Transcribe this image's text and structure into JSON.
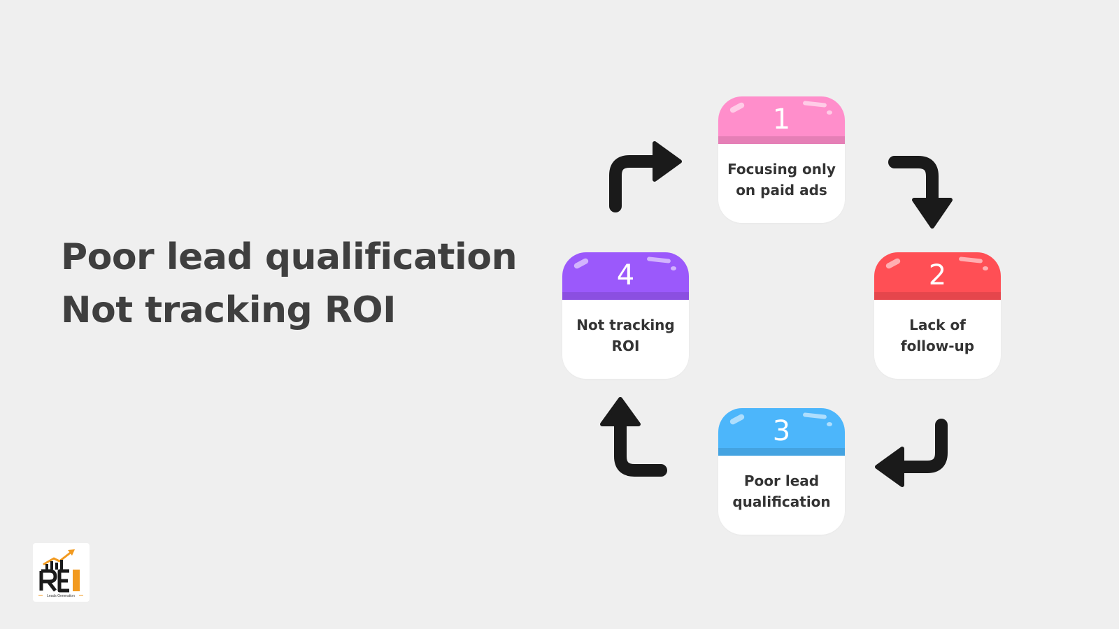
{
  "headline": {
    "line1": "Poor lead qualification",
    "line2": "Not tracking ROI"
  },
  "cycle": [
    {
      "number": "1",
      "label": "Focusing only on paid ads",
      "label_lines": [
        "Focusing only",
        "on paid ads"
      ],
      "color": "#ff8ecb"
    },
    {
      "number": "2",
      "label": "Lack of follow-up",
      "label_lines": [
        "Lack of",
        "follow-up"
      ],
      "color": "#ff4f55"
    },
    {
      "number": "3",
      "label": "Poor lead qualification",
      "label_lines": [
        "Poor lead",
        "qualification"
      ],
      "color": "#4cb6fb"
    },
    {
      "number": "4",
      "label": "Not tracking ROI",
      "label_lines": [
        "Not tracking",
        "ROI"
      ],
      "color": "#9b59fb"
    }
  ],
  "colors": {
    "background": "#efefef",
    "text": "#3f3f3f",
    "arrow": "#1a1a1a",
    "logo_accent": "#f29a1f"
  },
  "logo": {
    "mark": "REI",
    "tagline": "Leads Generation"
  }
}
